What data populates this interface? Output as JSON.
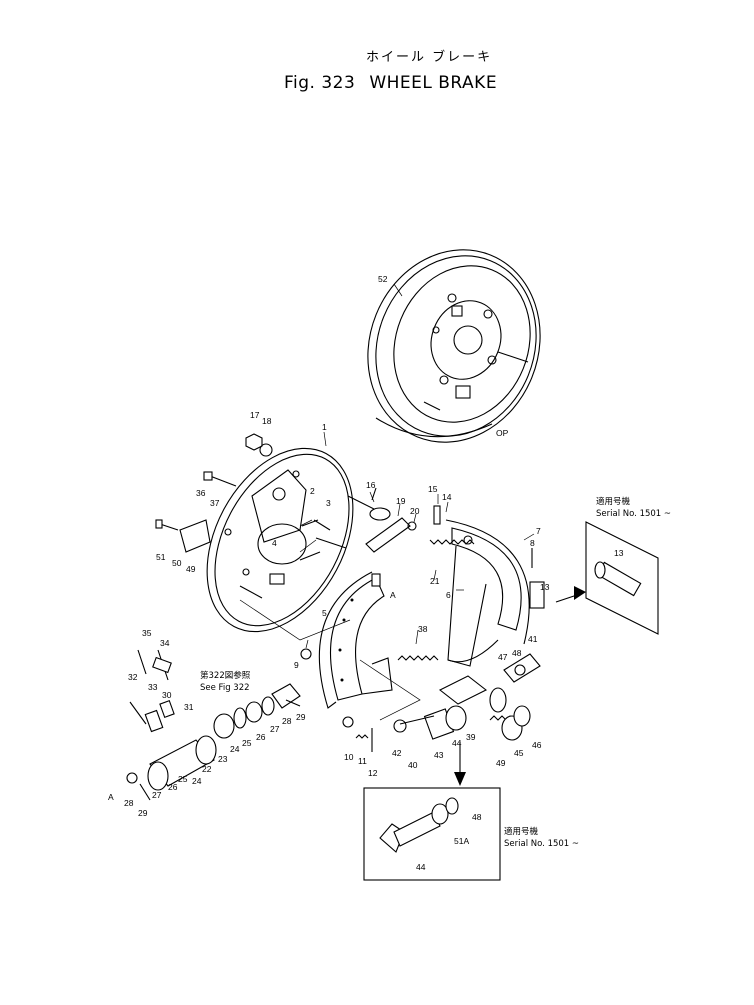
{
  "title": {
    "japanese": "ホイール ブレーキ",
    "fig": "Fig. 323",
    "name": "WHEEL BRAKE"
  },
  "notes": {
    "see_fig_jp": "第322図参照",
    "see_fig": "See Fig 322",
    "applicable_jp": "適用号機",
    "serial_top": "Serial No. 1501 ~",
    "serial_bottom": "Serial No. 1501 ~",
    "applicable_jp_bottom": "適用号機"
  },
  "part_labels": [
    "1",
    "2",
    "3",
    "4",
    "5",
    "6",
    "7",
    "8",
    "9",
    "10",
    "11",
    "12",
    "13",
    "13",
    "14",
    "15",
    "16",
    "17",
    "18",
    "19",
    "20",
    "21",
    "22",
    "23",
    "24",
    "24",
    "25",
    "25",
    "26",
    "26",
    "27",
    "27",
    "28",
    "28",
    "29",
    "29",
    "30",
    "31",
    "32",
    "33",
    "34",
    "35",
    "36",
    "37",
    "38",
    "39",
    "40",
    "41",
    "42",
    "43",
    "44",
    "44",
    "45",
    "46",
    "47",
    "48",
    "48",
    "49",
    "50",
    "51",
    "51A",
    "52",
    "OP",
    "A",
    "A"
  ]
}
